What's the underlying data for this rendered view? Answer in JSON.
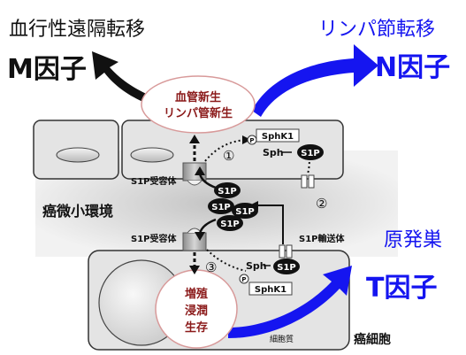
{
  "headings": {
    "hematogenous_metastasis": "血行性遠隔転移",
    "lymphatic_metastasis": "リンパ節転移",
    "primary_tumor": "原発巣"
  },
  "factors": {
    "m_factor": "M因子",
    "n_factor": "N因子",
    "t_factor": "T因子"
  },
  "labels": {
    "angio_line1": "血管新生",
    "angio_line2": "リンパ管新生",
    "sphk1_top": "SphK1",
    "sphk1_bottom": "SphK1",
    "sph_top": "Sph",
    "sph_bottom": "Sph",
    "p_mark_top": "P",
    "p_mark_bottom": "P",
    "s1p": "S1P",
    "receptor_top": "S1P受容体",
    "receptor_bottom": "S1P受容体",
    "transporter": "S1P輸送体",
    "microenvironment": "癌微小環境",
    "step1": "①",
    "step2": "②",
    "step3": "③",
    "proliferation": "増殖",
    "invasion": "浸潤",
    "survival": "生存",
    "cytoplasm": "細胞質",
    "cancer_cell": "癌細胞"
  },
  "colors": {
    "black": "#111111",
    "blue": "#1515f0",
    "dark_red": "#8b1a1a",
    "cell_fill": "#e4e4e4",
    "micro_env": "#d2d2d2",
    "oval_red_border": "#d89a9a"
  }
}
